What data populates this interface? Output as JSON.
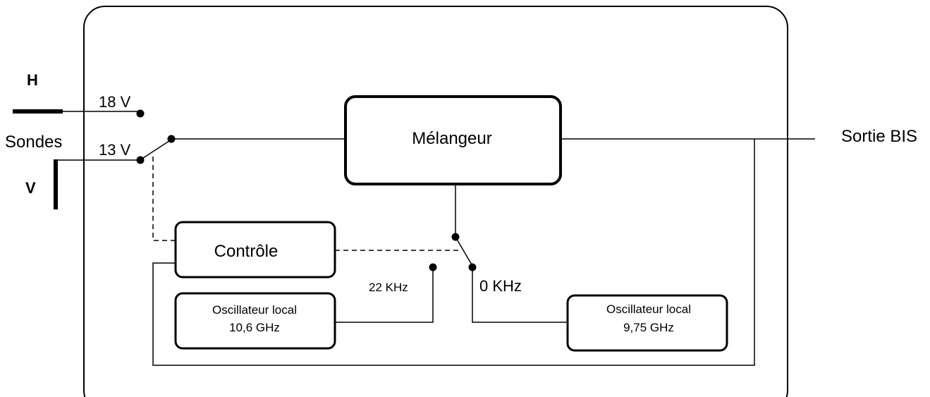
{
  "diagram": {
    "probes": {
      "h_label": "H",
      "v_label": "V",
      "group_label": "Sondes",
      "voltage_18": "18 V",
      "voltage_13": "13 V"
    },
    "mixer": {
      "label": "Mélangeur"
    },
    "control": {
      "label": "Contrôle"
    },
    "output": {
      "label": "Sortie BIS"
    },
    "switch_tones": {
      "tone_22": "22 KHz",
      "tone_0": "0 KHz"
    },
    "oscillator_left": {
      "line1": "Oscillateur local",
      "line2": "10,6 GHz"
    },
    "oscillator_right": {
      "line1": "Oscillateur local",
      "line2": "9,75 GHz"
    }
  }
}
